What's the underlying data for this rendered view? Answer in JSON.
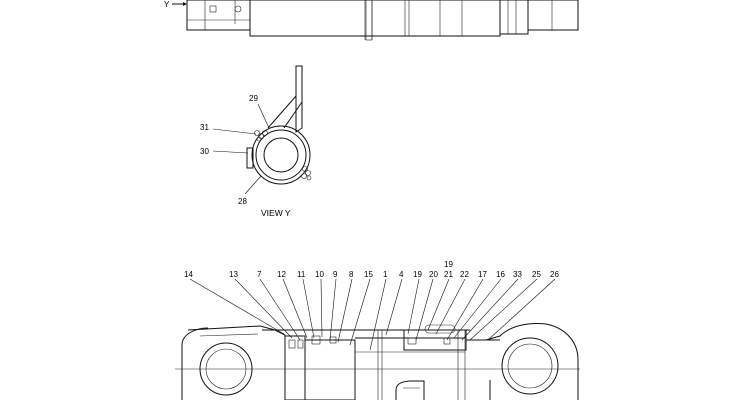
{
  "top_view": {
    "arrow_label": "Y"
  },
  "view_y": {
    "caption": "VIEW Y",
    "callouts": [
      "29",
      "31",
      "30",
      "28"
    ]
  },
  "section": {
    "callouts_row2": [
      "14",
      "13",
      "7",
      "12",
      "11",
      "10",
      "9",
      "8",
      "15",
      "1",
      "4",
      "19",
      "20",
      "21",
      "22",
      "17",
      "16",
      "33",
      "25",
      "26"
    ],
    "callout_top": "19"
  }
}
